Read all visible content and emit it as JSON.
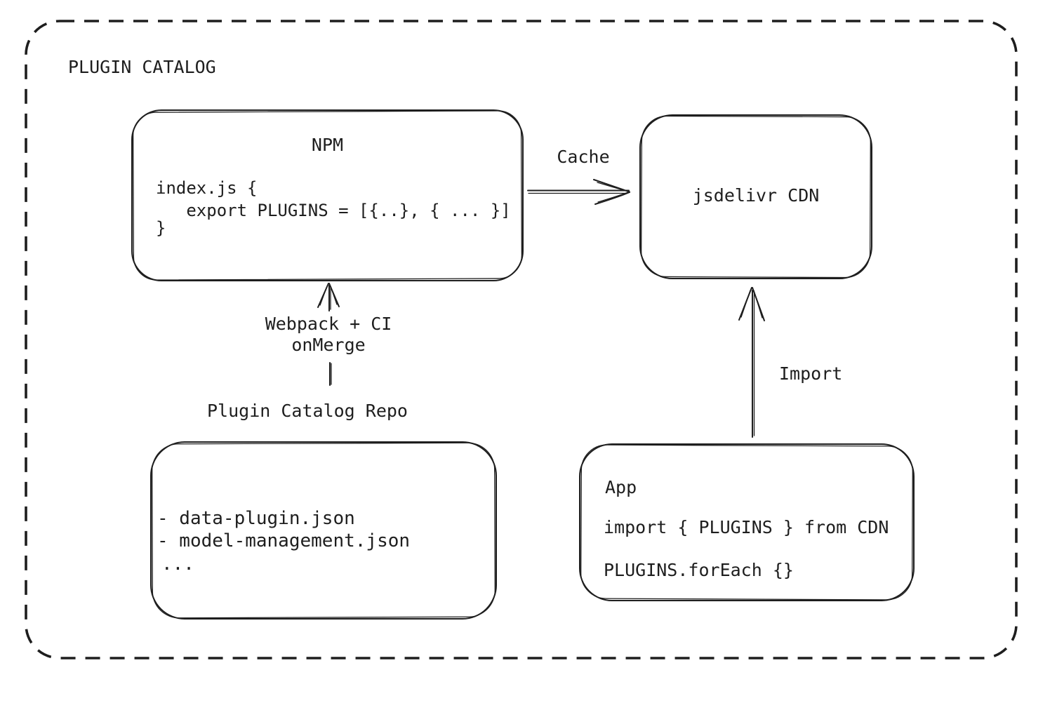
{
  "diagram": {
    "title": "PLUGIN CATALOG",
    "colors": {
      "stroke": "#1e1e1e",
      "background": "#ffffff"
    },
    "nodes": {
      "npm": {
        "title": "NPM",
        "code": [
          "index.js {",
          "   export PLUGINS = [{..}, { ... }]",
          "}"
        ]
      },
      "cdn": {
        "label": "jsdelivr CDN"
      },
      "repo": {
        "label": "Plugin Catalog Repo",
        "files": [
          "- data-plugin.json",
          "- model-management.json",
          "..."
        ]
      },
      "app": {
        "title": "App",
        "code": [
          "import { PLUGINS } from CDN",
          "PLUGINS.forEach {}"
        ]
      }
    },
    "edges": {
      "cache": {
        "label": "Cache",
        "from": "npm",
        "to": "cdn"
      },
      "build": {
        "label_lines": [
          "Webpack + CI",
          "onMerge"
        ],
        "from": "repo",
        "to": "npm"
      },
      "import": {
        "label": "Import",
        "from": "app",
        "to": "cdn"
      }
    }
  }
}
